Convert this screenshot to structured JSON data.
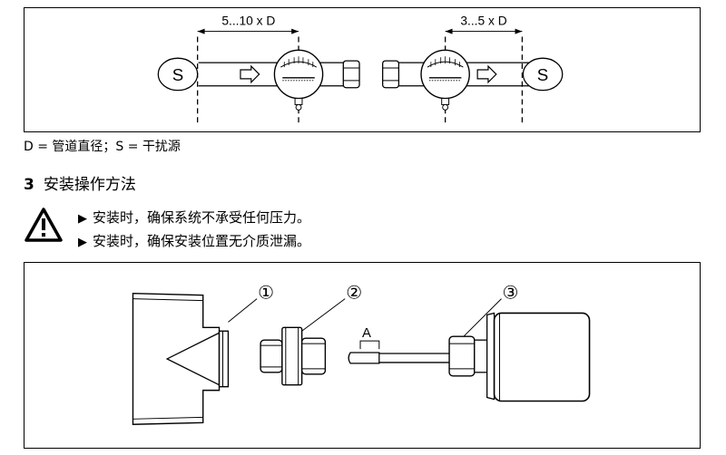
{
  "top_figure": {
    "dim_left": "5...10 x D",
    "dim_right": "3...5 x D",
    "symbol": "S"
  },
  "caption": "D = 管道直径；S = 干扰源",
  "section": {
    "number": "3",
    "title": "安装操作方法"
  },
  "warnings": [
    "安装时，确保系统不承受任何压力。",
    "安装时，确保安装位置无介质泄漏。"
  ],
  "bottom_figure": {
    "callouts": [
      "①",
      "②",
      "③"
    ],
    "label_a": "A"
  }
}
